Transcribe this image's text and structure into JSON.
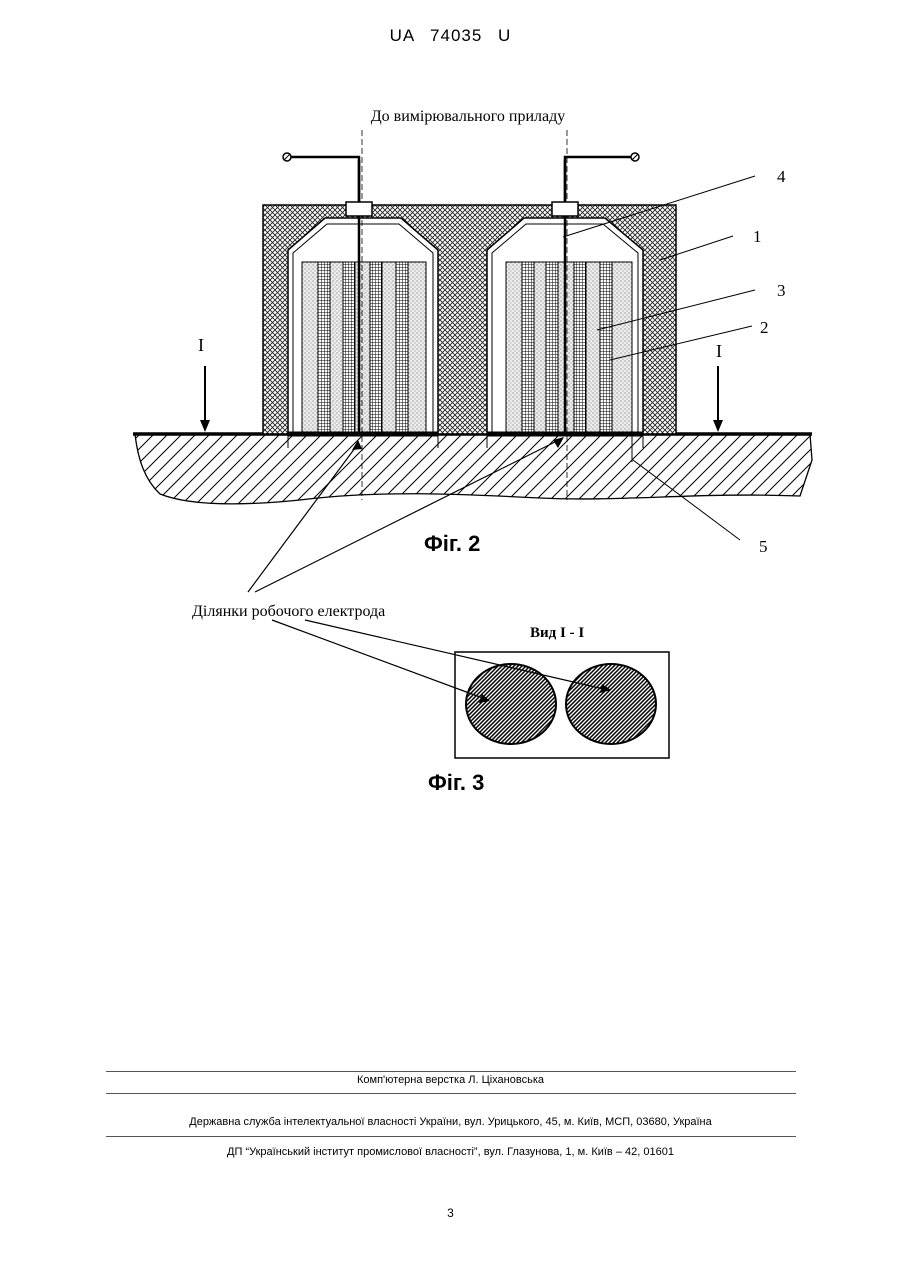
{
  "header": {
    "doc_number": "UA   74035   U"
  },
  "figure2": {
    "top_label": "До вимірювального приладу",
    "callouts": [
      "4",
      "1",
      "3",
      "2",
      "5"
    ],
    "section_mark": "I",
    "caption": "Фіг. 2"
  },
  "working_electrode_label": "Ділянки робочого електрода",
  "figure3": {
    "view_label": "Вид I - I",
    "caption": "Фіг. 3"
  },
  "footer": {
    "layout_credit": "Комп'ютерна верстка Л. Ціхановська",
    "agency": "Державна служба інтелектуальної власності України, вул. Урицького, 45, м. Київ, МСП, 03680, Україна",
    "publisher": "ДП “Український інститут промислової власності”, вул. Глазунова, 1, м. Київ – 42, 01601"
  },
  "page_number": "3"
}
